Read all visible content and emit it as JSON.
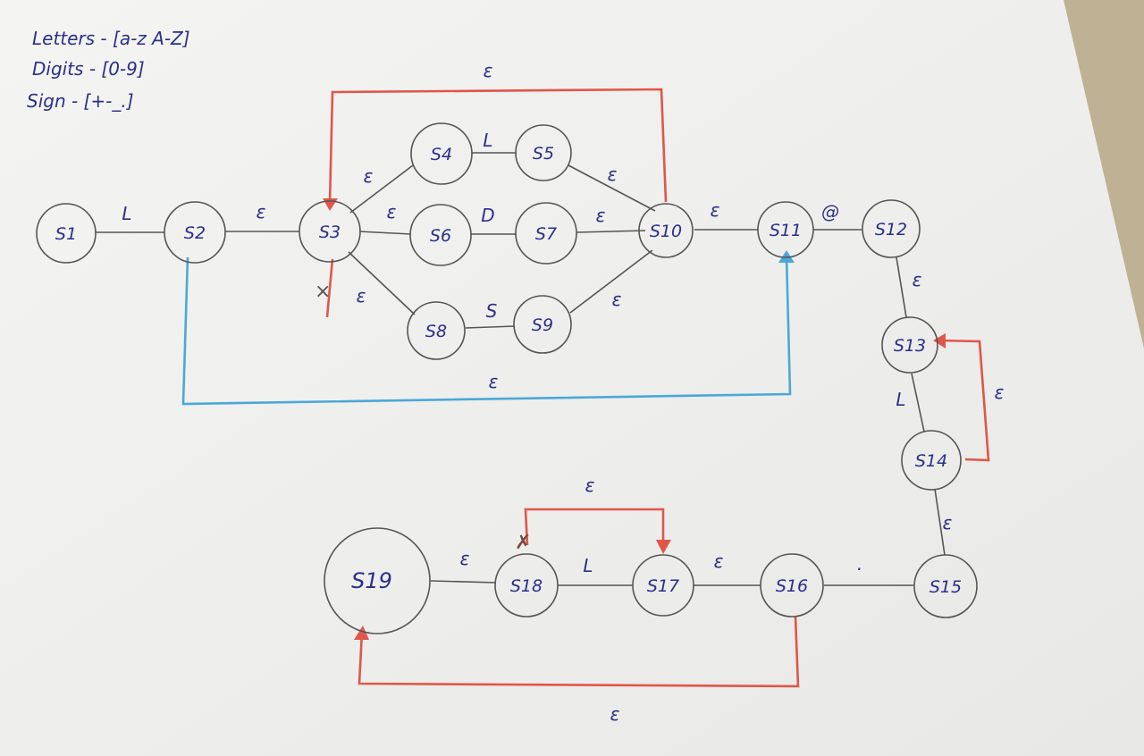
{
  "legend": {
    "letters": "Letters - [a-z A-Z]",
    "digits": "Digits - [0-9]",
    "sign": "Sign - [+-_.]"
  },
  "states": {
    "s1": "S1",
    "s2": "S2",
    "s3": "S3",
    "s4": "S4",
    "s5": "S5",
    "s6": "S6",
    "s7": "S7",
    "s8": "S8",
    "s9": "S9",
    "s10": "S10",
    "s11": "S11",
    "s12": "S12",
    "s13": "S13",
    "s14": "S14",
    "s15": "S15",
    "s16": "S16",
    "s17": "S17",
    "s18": "S18",
    "s19": "S19"
  },
  "transitions": {
    "s1_s2": "L",
    "s2_s3": "ε",
    "s3_s4": "ε",
    "s4_s5": "L",
    "s5_s10": "ε",
    "s3_s6": "ε",
    "s6_s7": "D",
    "s7_s10": "ε",
    "s3_s8": "ε",
    "s8_s9": "S",
    "s9_s10": "ε",
    "s10_s11": "ε",
    "s11_s12": "@",
    "s12_s13": "ε",
    "s13_s14": "L",
    "s14_s13_loop": "ε",
    "s14_s15": "ε",
    "s15_s16": ".",
    "s16_s17": "ε",
    "s17_s18": "L",
    "s18_s17_loop": "ε",
    "s18_s19": "ε",
    "s10_s3_loop": "ε",
    "s2_s11_bypass": "ε",
    "s16_s19_bypass": "ε"
  },
  "colors": {
    "ink_black": "#4a4a4a",
    "ink_blue": "#2a2f8a",
    "loop_red": "#e0564a",
    "bypass_blue": "#4aa8d8",
    "paper": "#f1f1ef"
  }
}
